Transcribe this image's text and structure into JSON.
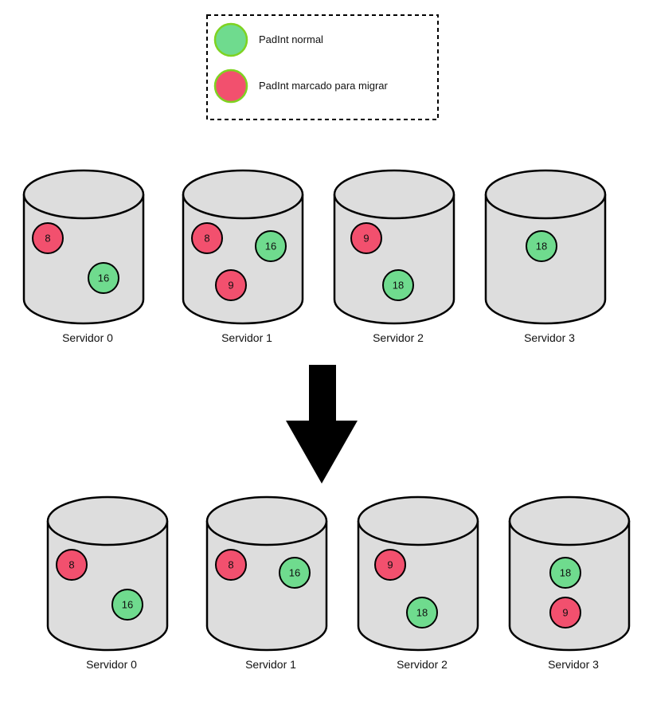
{
  "legend": {
    "normal_label": "PadInt normal",
    "marked_label": "PadInt marcado para migrar"
  },
  "colors": {
    "normal": "#6FDB8E",
    "normal_legend_border": "#7ED321",
    "marked": "#F2506E",
    "cylinder": "#DDDDDD",
    "stroke": "#000000"
  },
  "before": {
    "servers": [
      {
        "label": "Servidor 0",
        "padints": [
          {
            "value": "8",
            "status": "marked"
          },
          {
            "value": "16",
            "status": "normal"
          }
        ]
      },
      {
        "label": "Servidor 1",
        "padints": [
          {
            "value": "8",
            "status": "marked"
          },
          {
            "value": "16",
            "status": "normal"
          },
          {
            "value": "9",
            "status": "marked"
          }
        ]
      },
      {
        "label": "Servidor 2",
        "padints": [
          {
            "value": "9",
            "status": "marked"
          },
          {
            "value": "18",
            "status": "normal"
          }
        ]
      },
      {
        "label": "Servidor 3",
        "padints": [
          {
            "value": "18",
            "status": "normal"
          }
        ]
      }
    ]
  },
  "after": {
    "servers": [
      {
        "label": "Servidor 0",
        "padints": [
          {
            "value": "8",
            "status": "marked"
          },
          {
            "value": "16",
            "status": "normal"
          }
        ]
      },
      {
        "label": "Servidor 1",
        "padints": [
          {
            "value": "8",
            "status": "marked"
          },
          {
            "value": "16",
            "status": "normal"
          }
        ]
      },
      {
        "label": "Servidor 2",
        "padints": [
          {
            "value": "9",
            "status": "marked"
          },
          {
            "value": "18",
            "status": "normal"
          }
        ]
      },
      {
        "label": "Servidor 3",
        "padints": [
          {
            "value": "18",
            "status": "normal"
          },
          {
            "value": "9",
            "status": "marked"
          }
        ]
      }
    ]
  }
}
